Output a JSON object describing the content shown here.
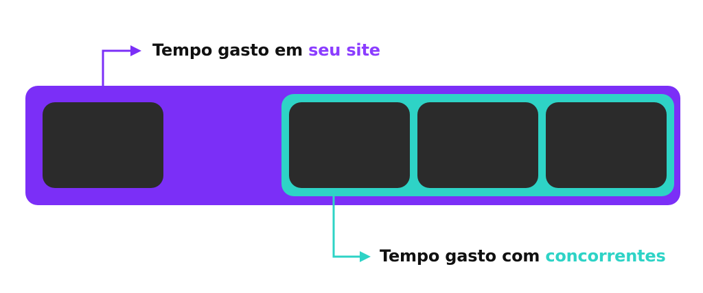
{
  "labels": {
    "own": {
      "prefix": "Tempo gasto em ",
      "highlight": "seu site"
    },
    "competitors": {
      "prefix": "Tempo gasto com ",
      "highlight": "concorrentes"
    }
  },
  "colors": {
    "own_accent": "#7b2ff7",
    "competitor_accent": "#2ed3c6",
    "block": "#2b2b2b",
    "text": "#111111"
  }
}
